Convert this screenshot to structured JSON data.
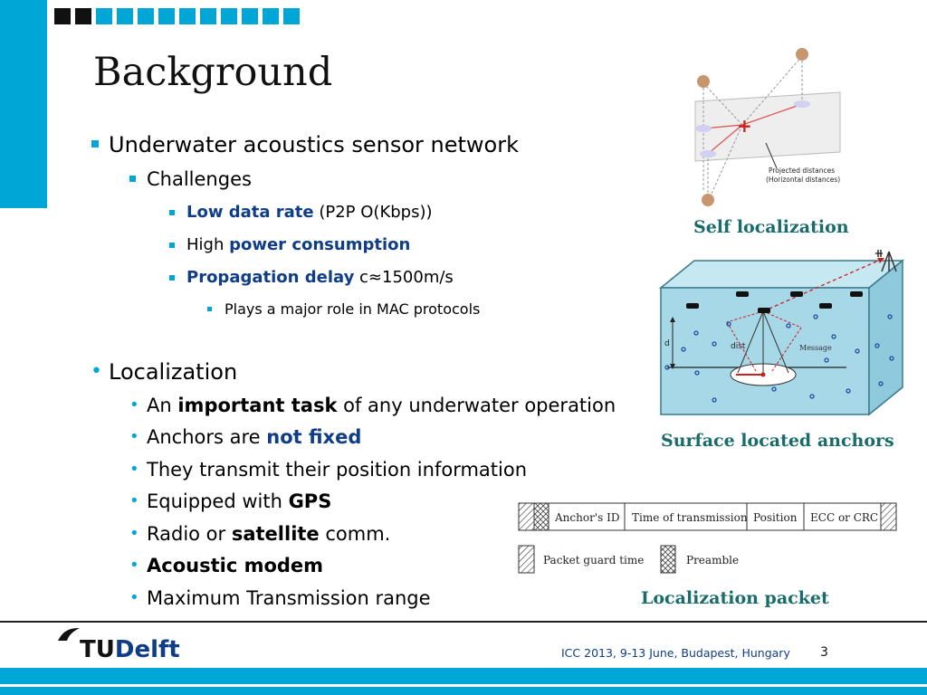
{
  "slide": {
    "title": "Background",
    "bullets": {
      "b1": "Underwater acoustics sensor network",
      "b1_1": "Challenges",
      "b1_1_1": {
        "bold": "Low data rate",
        "rest": " (P2P O(Kbps))"
      },
      "b1_1_2": {
        "pre": "High ",
        "bold": "power consumption"
      },
      "b1_1_3": {
        "bold": "Propagation delay",
        "rest": " c≈1500m/s"
      },
      "b1_1_3_1": "Plays a major role in MAC protocols",
      "b2": "Localization",
      "b2_1": {
        "pre": "An ",
        "bold": "important task",
        "rest": " of any underwater operation"
      },
      "b2_2": {
        "pre": "Anchors are ",
        "bold": "not fixed"
      },
      "b2_3": "They transmit their position information",
      "b2_4": {
        "pre": "Equipped with ",
        "bold": "GPS"
      },
      "b2_5": {
        "pre": "Radio or ",
        "bold": "satellite",
        "rest": " comm."
      },
      "b2_6": "Acoustic modem",
      "b2_7": "Maximum Transmission range"
    }
  },
  "figures": {
    "self_localization": {
      "caption": "Self localization",
      "label_line1": "Projected distances",
      "label_line2": "(Horizontal distances)"
    },
    "anchors": {
      "caption": "Surface located anchors",
      "label_d": "d",
      "label_dist": "dist",
      "label_message": "Message"
    },
    "packet": {
      "caption": "Localization packet",
      "fields": [
        "Anchor's ID",
        "Time of transmission",
        "Position",
        "ECC or CRC"
      ],
      "legend_guard": "Packet guard time",
      "legend_preamble": "Preamble"
    }
  },
  "footer": {
    "conference": "ICC 2013, 9-13 June, Budapest, Hungary",
    "page": "3",
    "logo_tu": "TU",
    "logo_delft": "Delft"
  },
  "colors": {
    "accent": "#00a6d6",
    "dark_blue": "#0f3d86",
    "caption": "#1a6b6b"
  }
}
